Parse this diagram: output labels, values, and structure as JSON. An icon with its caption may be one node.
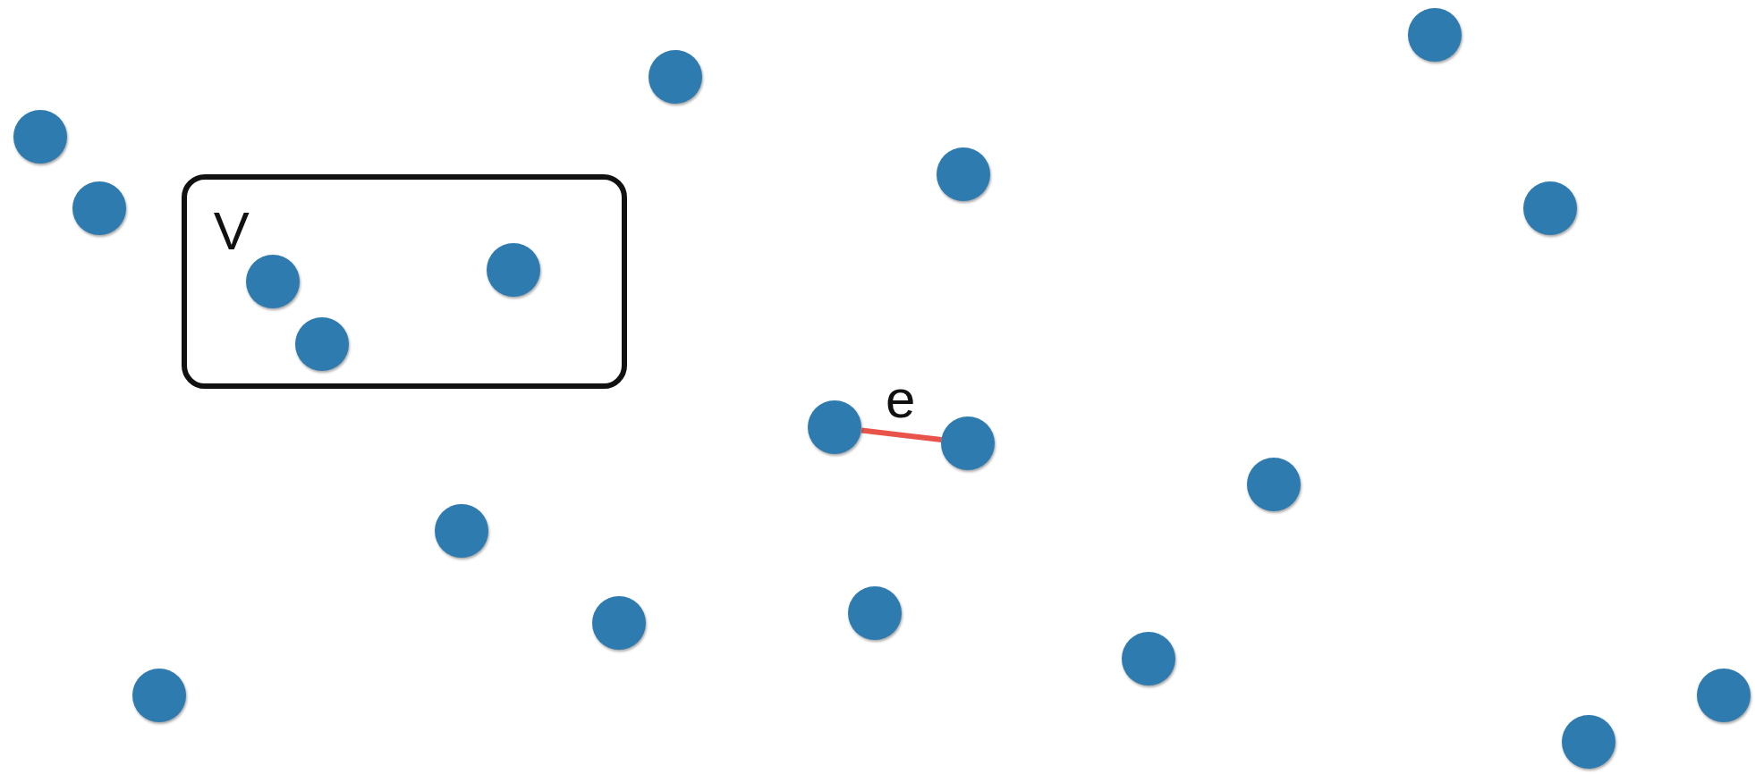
{
  "diagram": {
    "nodes": [
      {
        "text": [],
        "shape": "circle"
      },
      {
        "text": [],
        "shape": "circle"
      },
      {
        "text": [],
        "shape": "circle"
      },
      {
        "text": [],
        "shape": "circle"
      },
      {
        "text": [
          "V"
        ]
      },
      {
        "text": [],
        "shape": "circle"
      },
      {
        "text": [],
        "shape": "circle"
      },
      {
        "text": [],
        "shape": "circle",
        "in": 4
      },
      {
        "text": [],
        "shape": "circle",
        "in": 4
      },
      {
        "text": [],
        "shape": "circle",
        "in": 4
      },
      {
        "text": [],
        "shape": "circle"
      },
      {
        "text": [],
        "shape": "circle"
      },
      {
        "text": [],
        "shape": "circle"
      },
      {
        "text": [],
        "shape": "circle"
      },
      {
        "text": [],
        "shape": "circle"
      },
      {
        "text": [],
        "shape": "circle"
      },
      {
        "text": [],
        "shape": "circle"
      },
      {
        "text": [],
        "shape": "circle"
      },
      {
        "text": [],
        "shape": "circle"
      },
      {
        "text": [],
        "shape": "circle"
      }
    ],
    "edges": [
      {
        "from": 10,
        "to": 11,
        "arrow": "none",
        "label": "e",
        "color": "#e8534a"
      }
    ]
  }
}
